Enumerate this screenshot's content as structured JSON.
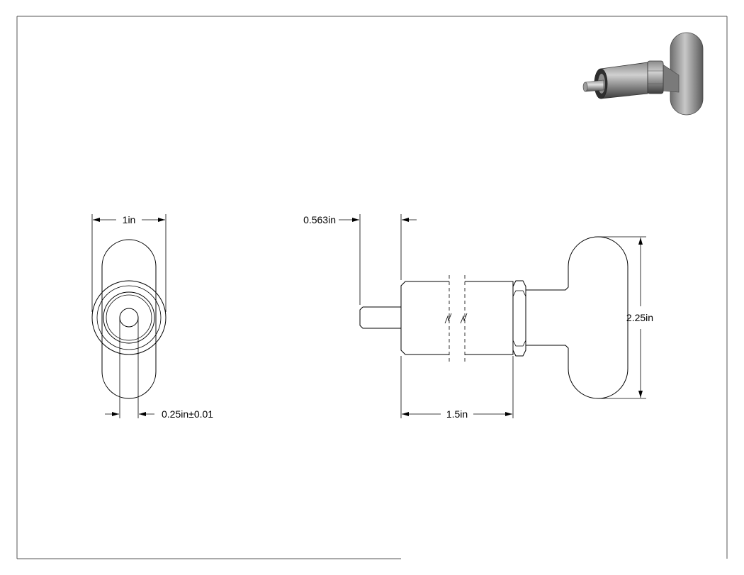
{
  "drawing": {
    "dimensions": {
      "front_width": "1in",
      "pin_diameter": "0.25in±0.01",
      "pin_length": "0.563in",
      "body_length": "1.5in",
      "handle_height": "2.25in"
    },
    "colors": {
      "line": "#000000",
      "frame": "#555555",
      "render_dark": "#4a4a4a",
      "render_light": "#b5b5b5"
    }
  }
}
